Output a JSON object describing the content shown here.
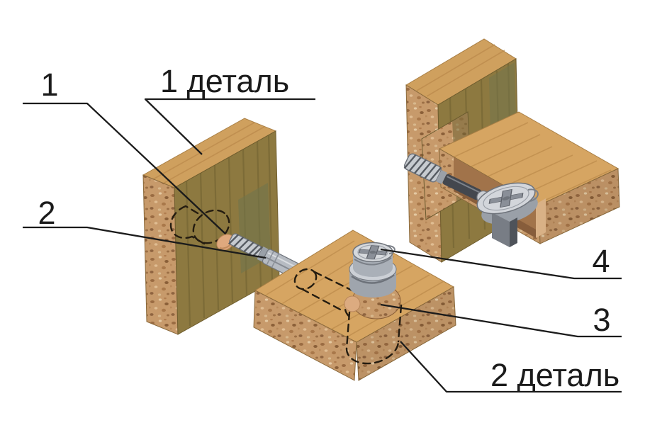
{
  "figure": {
    "kind": "furniture-cam-and-dowel-joint-assembly-diagram",
    "labels": {
      "c1": "1",
      "c2": "2",
      "c3": "3",
      "c4": "4",
      "part1": "1 деталь",
      "part2": "2 деталь"
    },
    "colors": {
      "background": "#ffffff",
      "wood_top_face": "#d2a05f",
      "wood_front_face": "#8d7940",
      "wood_green_shade": "#70744c",
      "chipboard_base": "#c79a6b",
      "metal_light": "#d6d9dd",
      "metal_mid": "#aab0b8",
      "metal_dark": "#43474e",
      "dowel_plug": "#dfa97e",
      "line_color": "#1b1b1b"
    }
  }
}
